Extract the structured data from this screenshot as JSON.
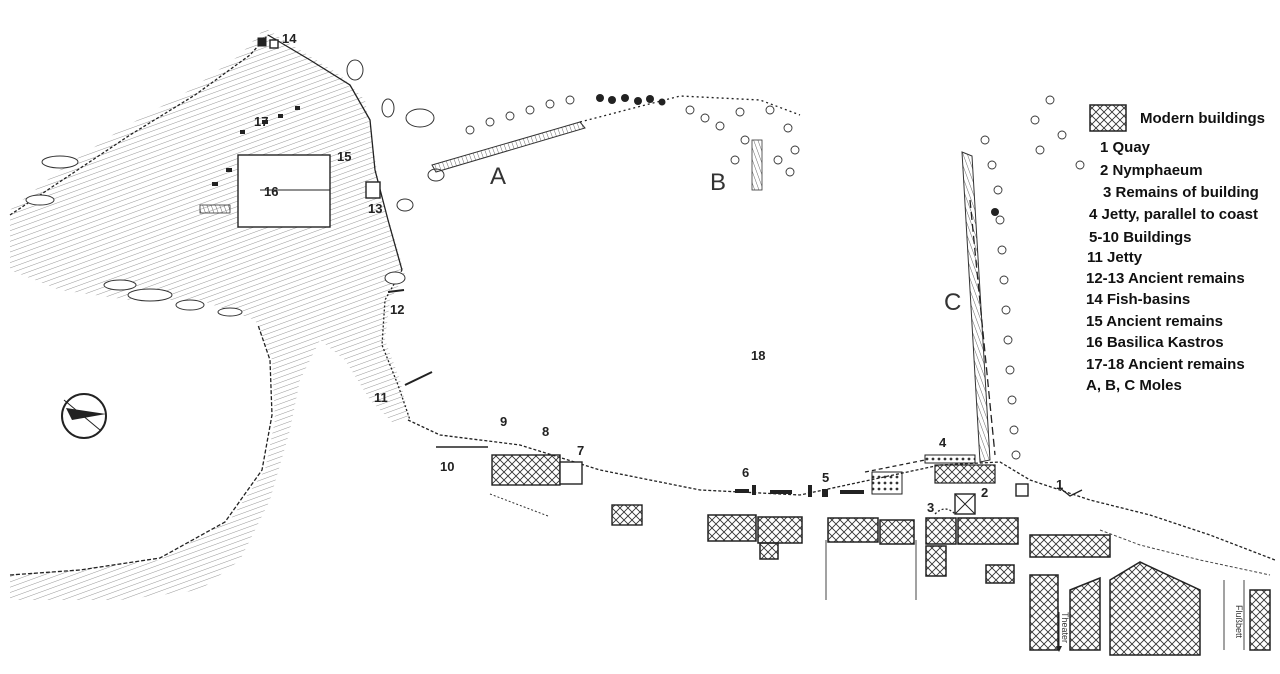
{
  "map": {
    "labels": {
      "n1": "1",
      "n2": "2",
      "n3": "3",
      "n4": "4",
      "n5": "5",
      "n6": "6",
      "n7": "7",
      "n8": "8",
      "n9": "9",
      "n10": "10",
      "n11": "11",
      "n12": "12",
      "n13": "13",
      "n14": "14",
      "n15": "15",
      "n16": "16",
      "n17": "17",
      "n18": "18",
      "moleA": "A",
      "moleB": "B",
      "moleC": "C",
      "theater": "Theater",
      "riverbed": "Flußbett"
    }
  },
  "legend": {
    "modern_buildings": "Modern buildings",
    "items": [
      "1 Quay",
      "2 Nymphaeum",
      "3 Remains of building",
      "4 Jetty, parallel to coast",
      "5-10 Buildings",
      "11 Jetty",
      "12-13 Ancient remains",
      "14 Fish-basins",
      "15 Ancient remains",
      "16 Basilica Kastros",
      "17-18 Ancient remains",
      "A, B, C Moles"
    ]
  }
}
